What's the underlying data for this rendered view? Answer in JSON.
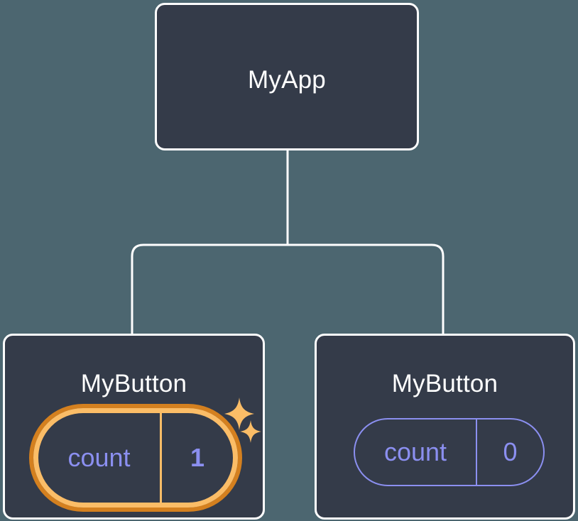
{
  "diagram": {
    "title": "component-tree",
    "background_color": "#4c6670",
    "node_fill_color": "#343b49",
    "node_border_color": "#ffffff",
    "connector_color": "#ffffff",
    "state_text_color": "#8b8ff0",
    "highlight_inner_color": "#fbbd67",
    "highlight_outer_color": "#d4801f",
    "root": {
      "label": "MyApp"
    },
    "children": [
      {
        "label": "MyButton",
        "state_key": "count",
        "state_value": "1",
        "highlighted": true,
        "sparkle_large": "sparkle-icon",
        "sparkle_small": "sparkle-icon"
      },
      {
        "label": "MyButton",
        "state_key": "count",
        "state_value": "0",
        "highlighted": false
      }
    ]
  }
}
